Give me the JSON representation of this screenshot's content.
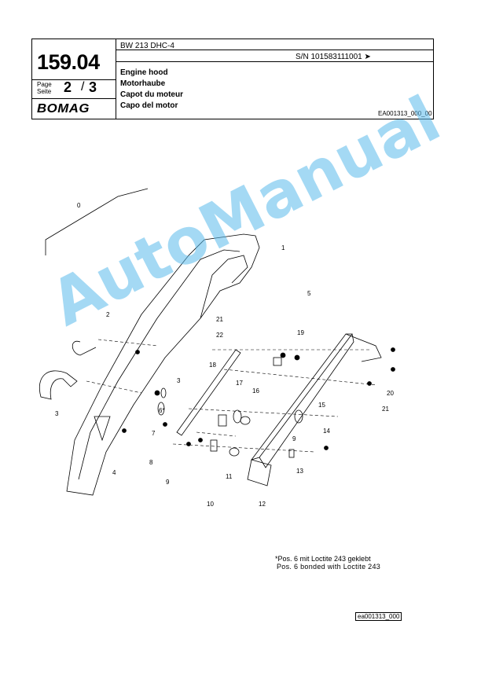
{
  "header": {
    "page_number": "159.04",
    "page_label_en": "Page",
    "page_label_de": "Seite",
    "page_current": "2",
    "page_separator": "/",
    "page_total": "3",
    "logo_text": "BOMAG",
    "model": "BW 213 DHC-4",
    "serial": "S/N 101583111001 ➤",
    "title_en": "Engine hood",
    "title_de": "Motorhaube",
    "title_fr": "Capot du moteur",
    "title_es": "Capo del motor",
    "drawing_code": "EA001313_000_00"
  },
  "callouts": [
    "0",
    "1",
    "2",
    "3",
    "3",
    "4",
    "5",
    "6*",
    "7",
    "8",
    "9",
    "9",
    "10",
    "11",
    "12",
    "13",
    "14",
    "15",
    "16",
    "17",
    "18",
    "19",
    "20",
    "21",
    "21",
    "22"
  ],
  "notes": {
    "de": "*Pos. 6 mit Loctite 243 geklebt",
    "en": "Pos. 6 bonded with Loctite 243"
  },
  "reference_code": "ea001313_000",
  "watermark": "AutoManual"
}
